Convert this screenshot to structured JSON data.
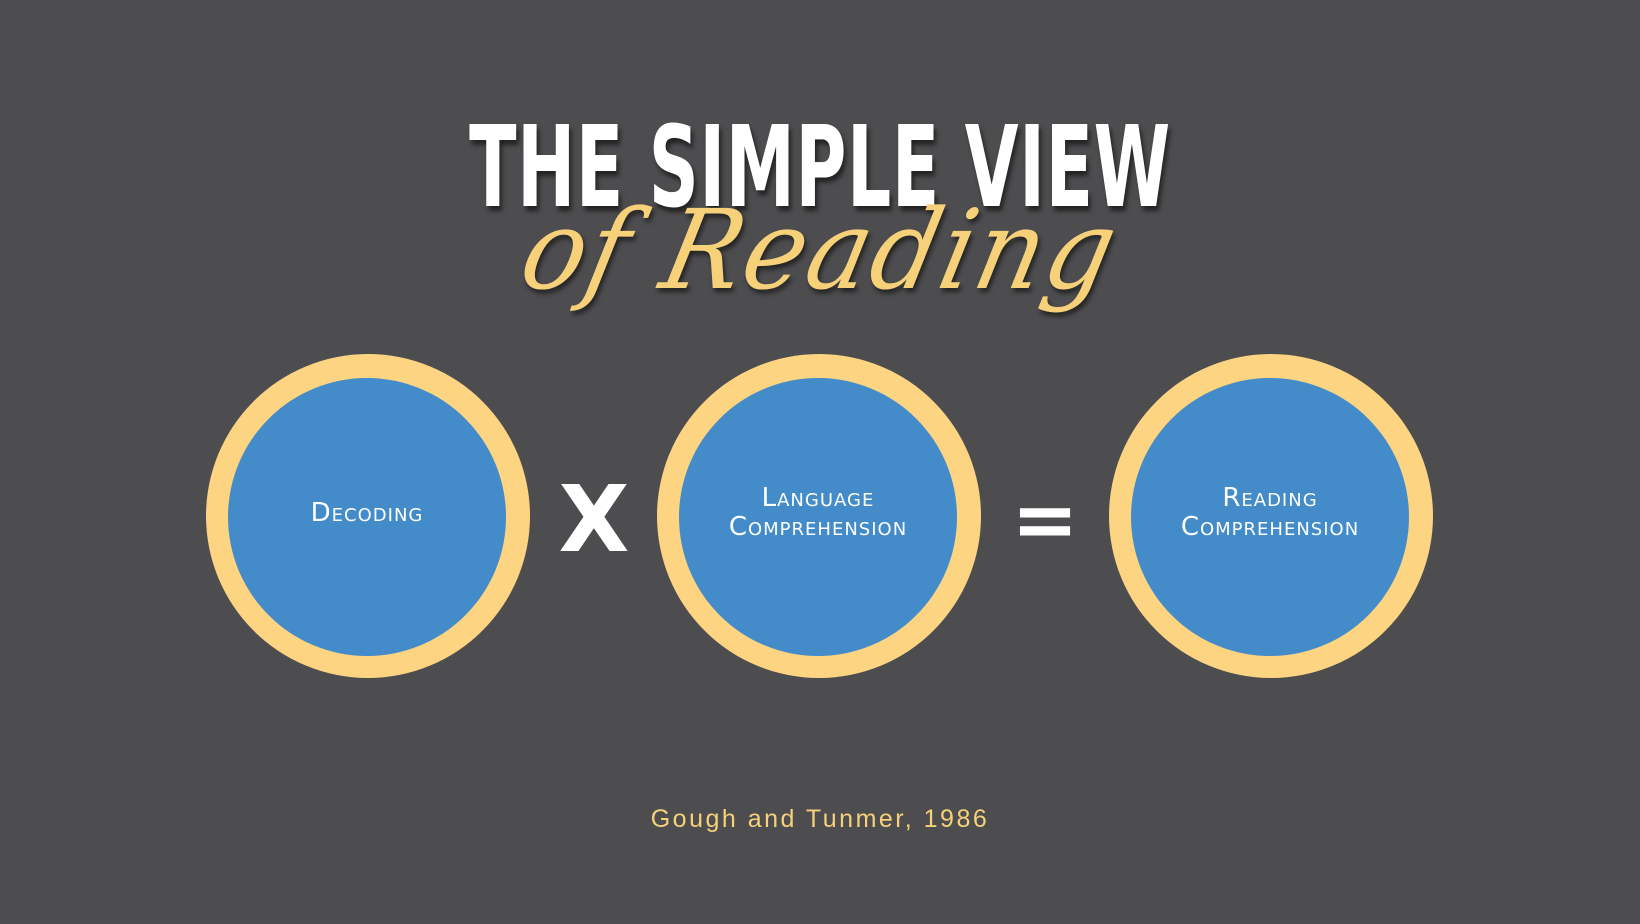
{
  "title": {
    "main": "THE SIMPLE VIEW",
    "script": "of Reading"
  },
  "equation": {
    "terms": [
      {
        "lines": [
          "Decoding"
        ]
      },
      {
        "lines": [
          "Language",
          "Comprehension"
        ]
      },
      {
        "lines": [
          "Reading",
          "Comprehension"
        ]
      }
    ],
    "operator_multiply": "X",
    "operator_equals": "="
  },
  "citation": "Gough and Tunmer, 1986",
  "colors": {
    "background": "#4d4d4f",
    "ring": "#fdd482",
    "circle_fill": "#448bca",
    "accent_text": "#f7d07a",
    "primary_text": "#ffffff"
  }
}
